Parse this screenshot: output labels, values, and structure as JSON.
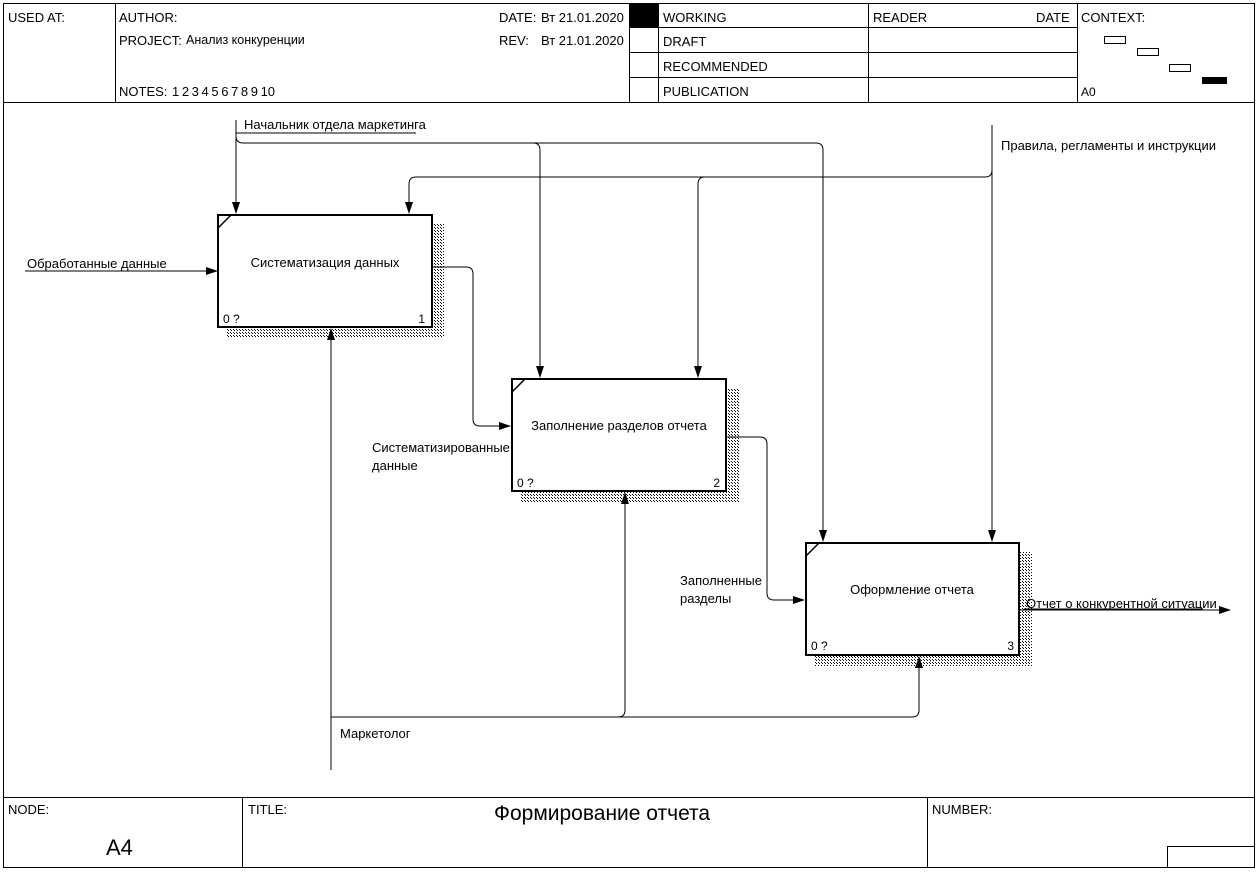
{
  "header": {
    "used_at_label": "USED AT:",
    "author_label": "AUTHOR:",
    "project_label": "PROJECT:",
    "project_value": "Анализ конкуренции",
    "date_label": "DATE:",
    "date_value": "Вт 21.01.2020",
    "rev_label": "REV:",
    "rev_value": "Вт 21.01.2020",
    "notes_label": "NOTES:",
    "notes_numbers": "1  2  3  4  5  6  7  8  9  10",
    "status": [
      "WORKING",
      "DRAFT",
      "RECOMMENDED",
      "PUBLICATION"
    ],
    "reader_label": "READER",
    "reader_date_label": "DATE",
    "context_label": "CONTEXT:",
    "context_node": "A0"
  },
  "diagram": {
    "boxes": [
      {
        "label": "Систематизация данных",
        "cost": "0 ?",
        "number": "1"
      },
      {
        "label": "Заполнение разделов отчета",
        "cost": "0 ?",
        "number": "2"
      },
      {
        "label": "Оформление отчета",
        "cost": "0 ?",
        "number": "3"
      }
    ],
    "arrows": {
      "input_data": "Обработанные данные",
      "head_marketing": "Начальник отдела маркетинга",
      "rules": "Правила, регламенты и инструкции",
      "systematized_1": "Систематизированные",
      "systematized_2": "данные",
      "filled_1": "Заполненные",
      "filled_2": "разделы",
      "output_report": "Отчет о конкурентной ситуации",
      "marketer": "Маркетолог"
    }
  },
  "footer": {
    "node_label": "NODE:",
    "node_value": "A4",
    "title_label": "TITLE:",
    "title_value": "Формирование отчета",
    "number_label": "NUMBER:"
  }
}
